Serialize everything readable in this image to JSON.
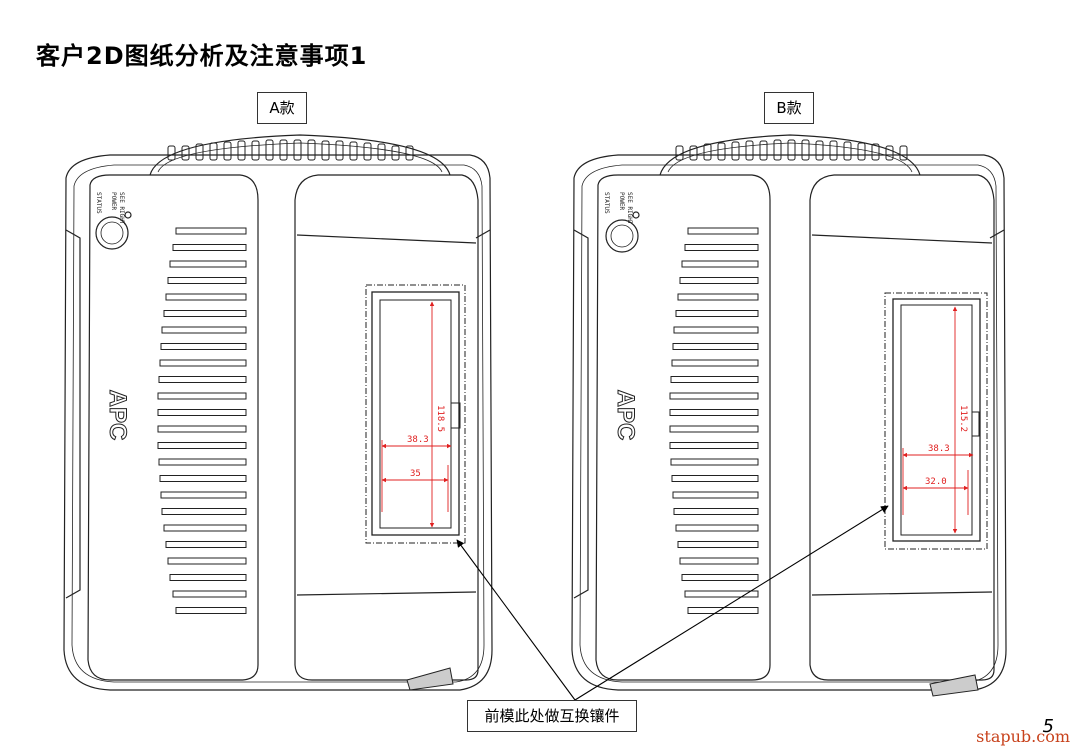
{
  "title": "客户2D图纸分析及注意事项1",
  "labels": {
    "a": "A款",
    "b": "B款"
  },
  "callout": "前模此处做互换镶件",
  "page_number": "5",
  "watermark": "stapub.com",
  "device": {
    "logo": "APC",
    "indicators": [
      "SEE RIGHT",
      "POWER",
      "STATUS"
    ]
  },
  "model_a": {
    "height_dim": "118.5",
    "width_dim": "38.3",
    "inner_dim": "35"
  },
  "model_b": {
    "height_dim": "115.2",
    "width_dim": "38.3",
    "inner_dim": "32.0"
  },
  "colors": {
    "dimension": "#e02020",
    "line": "#222222"
  }
}
